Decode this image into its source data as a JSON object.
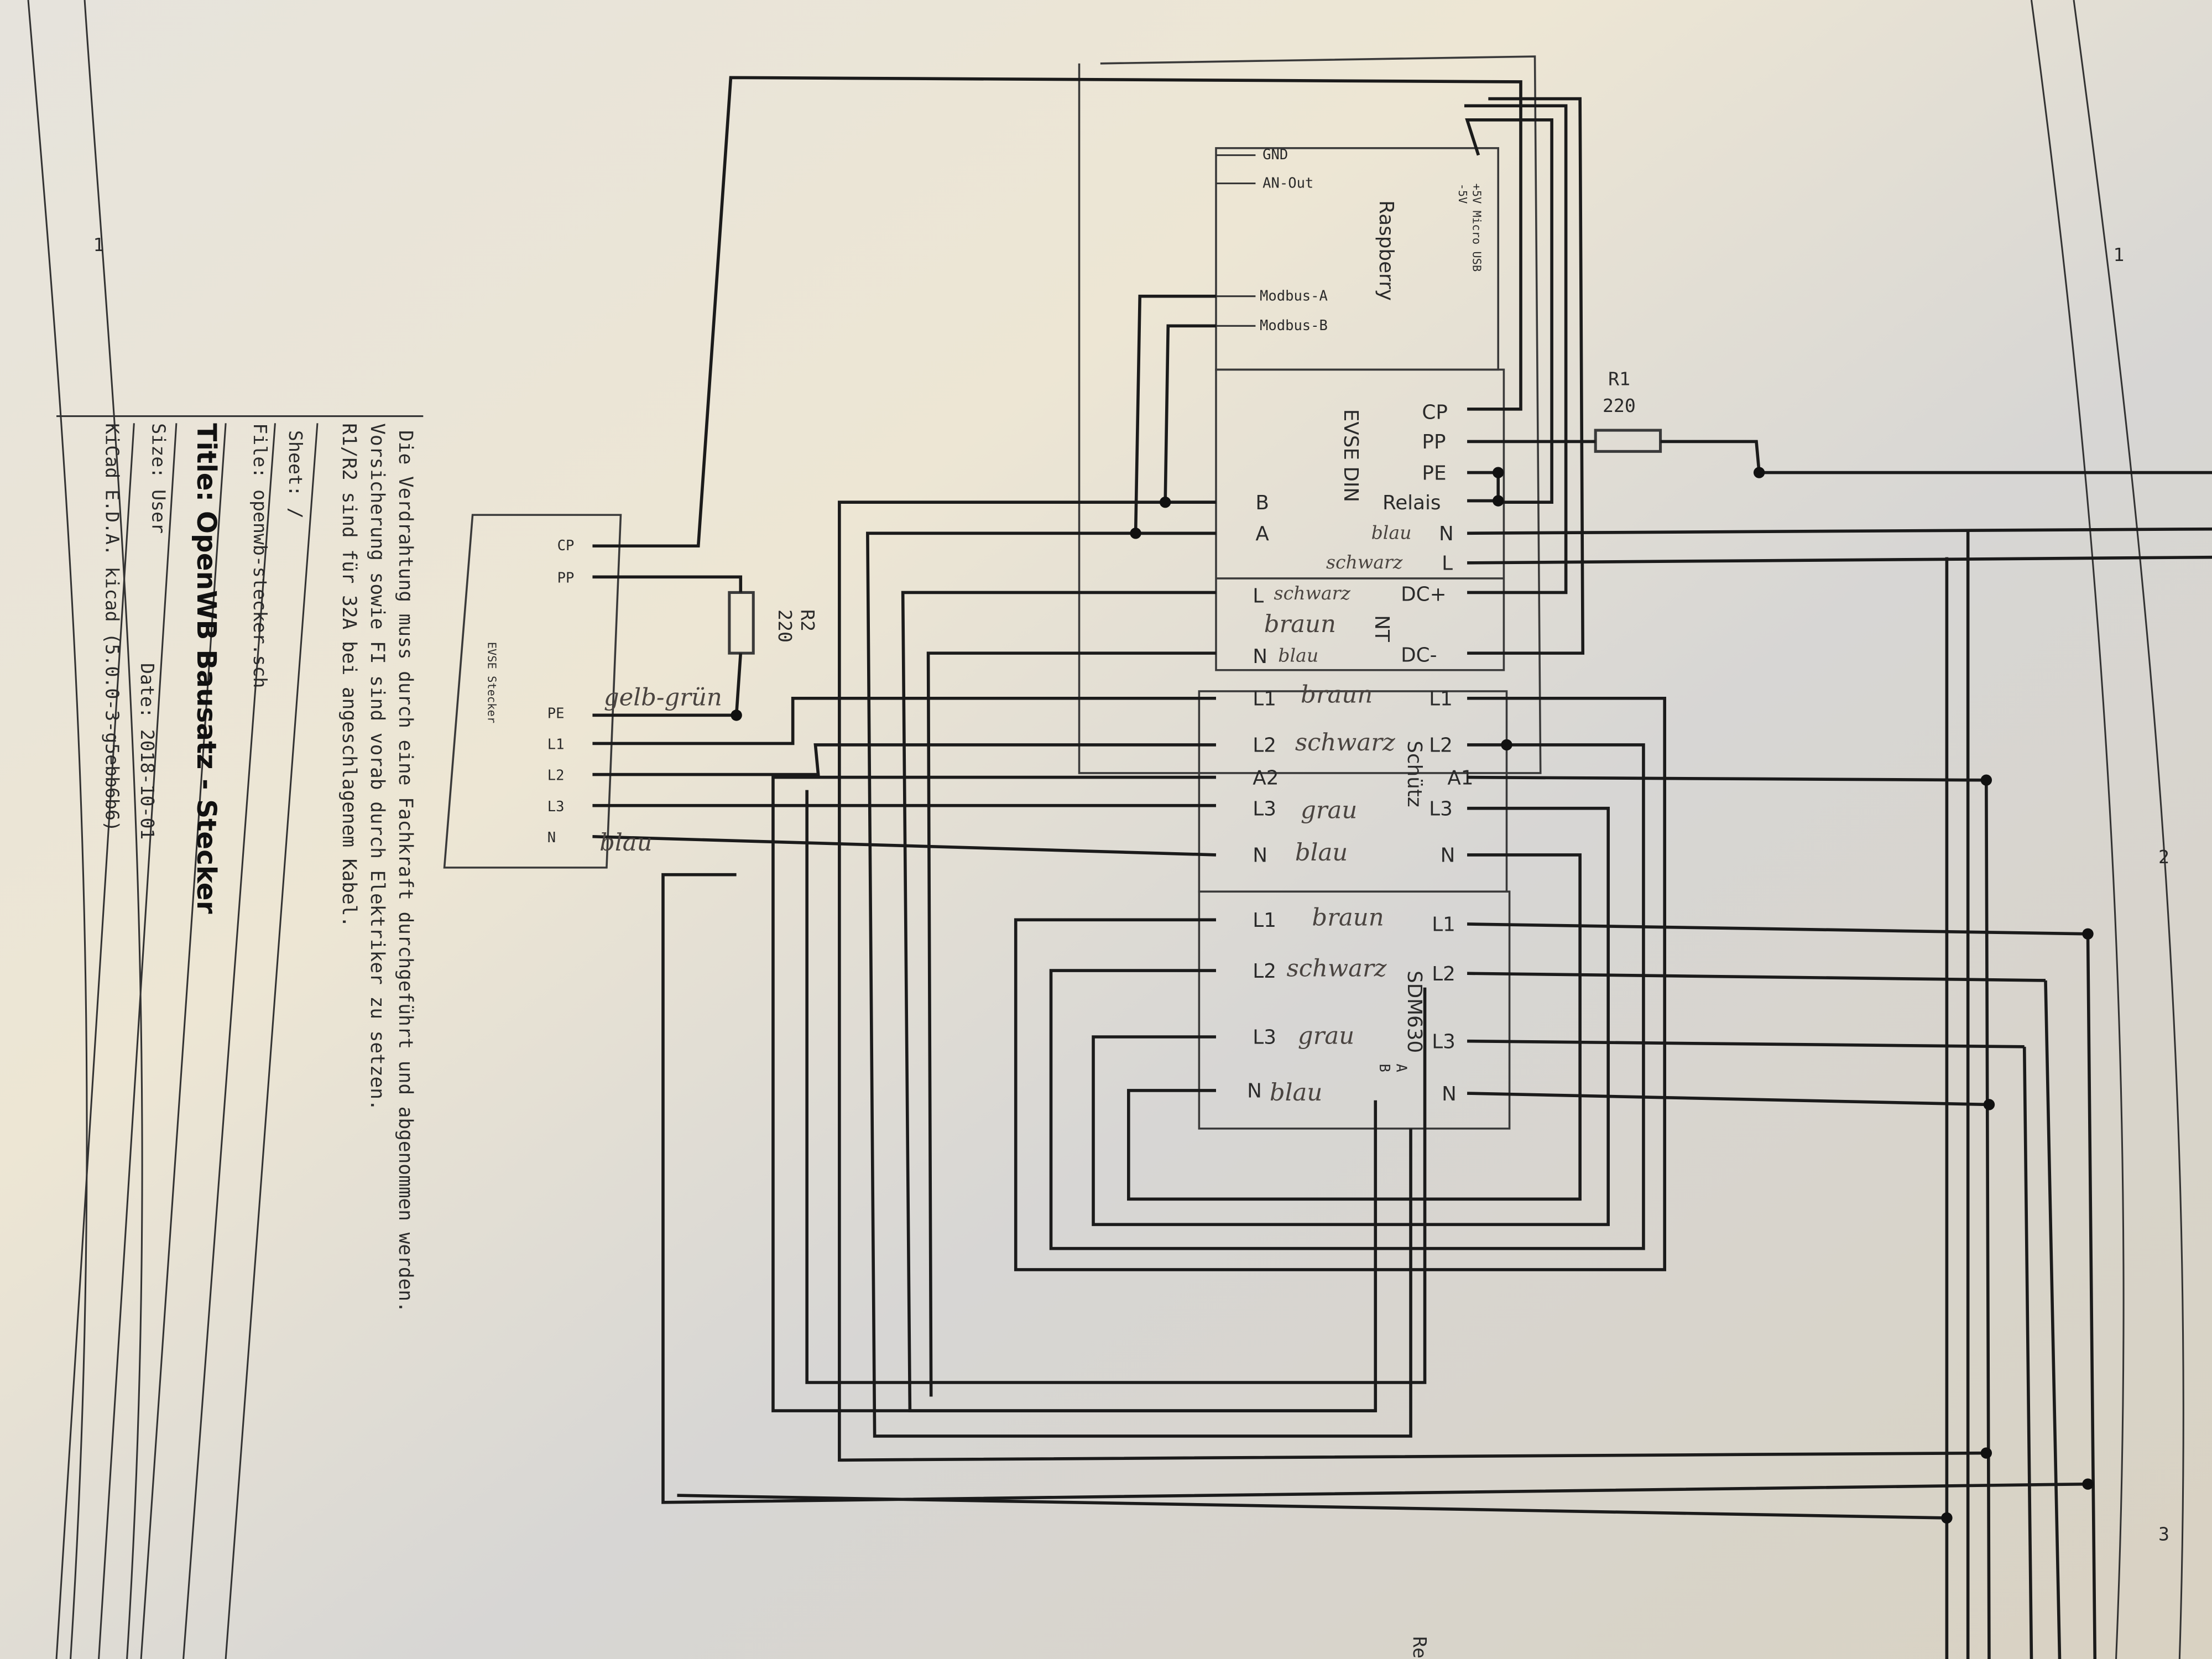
{
  "title_block": {
    "sheet": "Sheet: /",
    "file": "File: openwb-stecker.sch",
    "title": "Title: OpenWB Bausatz - Stecker",
    "size": "Size: User",
    "date": "Date: 2018-10-01",
    "kicad": "KiCad E.D.A.  kicad (5.0.0-3-g5ebb6b6)"
  },
  "note": {
    "line1": "Die Verdrahtung muss durch eine Fachkraft durchgeführt und abgenommen werden.",
    "line2": "Vorsicherung sowie FI sind vorab durch Elektriker zu setzen.",
    "line3": "R1/R2 sind für 32A bei angeschlagenem Kabel."
  },
  "border": {
    "n1": "1",
    "n2": "2",
    "n3": "3",
    "rev": "Rev"
  },
  "raspberry": {
    "name": "Raspberry",
    "usb": "+5V Micro USB",
    "usb2": "-5V",
    "pins": {
      "gnd": "GND",
      "an_out": "AN-Out",
      "modbus_a": "Modbus-A",
      "modbus_b": "Modbus-B"
    }
  },
  "evse_din": {
    "name": "EVSE DIN",
    "nt": "NT",
    "left": {
      "b": "B",
      "a": "A",
      "l": "L",
      "n": "N"
    },
    "right": {
      "cp": "CP",
      "pp": "PP",
      "pe": "PE",
      "relais": "Relais",
      "n": "N",
      "l": "L",
      "dcp": "DC+",
      "dcm": "DC-"
    }
  },
  "schuetz": {
    "name": "Schütz",
    "left": {
      "l1": "L1",
      "l2": "L2",
      "a2": "A2",
      "l3": "L3",
      "n": "N"
    },
    "right": {
      "l1": "L1",
      "l2": "L2",
      "a1": "A1",
      "l3": "L3",
      "n": "N"
    }
  },
  "sdm630": {
    "name": "SDM630",
    "a": "A",
    "b": "B",
    "left": {
      "l1": "L1",
      "l2": "L2",
      "l3": "L3",
      "n": "N"
    },
    "right": {
      "l1": "L1",
      "l2": "L2",
      "l3": "L3",
      "n": "N"
    }
  },
  "evse_stecker": {
    "name": "EVSE Stecker",
    "pins": {
      "cp": "CP",
      "pp": "PP",
      "pe": "PE",
      "l1": "L1",
      "l2": "L2",
      "l3": "L3",
      "n": "N"
    }
  },
  "r1": {
    "name": "R1",
    "value": "220"
  },
  "r2": {
    "name": "R2",
    "value": "220"
  },
  "handwriting": {
    "gelbgruen": "gelb-grün",
    "blau_stecker": "blau",
    "blau_evse": "blau",
    "schwarz_evse": "schwarz",
    "nt_l": "schwarz",
    "nt_braun": "braun",
    "nt_n": "blau",
    "s_l1": "braun",
    "s_l2": "schwarz",
    "s_l3": "grau",
    "s_n": "blau",
    "m_l1": "braun",
    "m_l2": "schwarz",
    "m_l3": "grau",
    "m_n": "blau"
  }
}
